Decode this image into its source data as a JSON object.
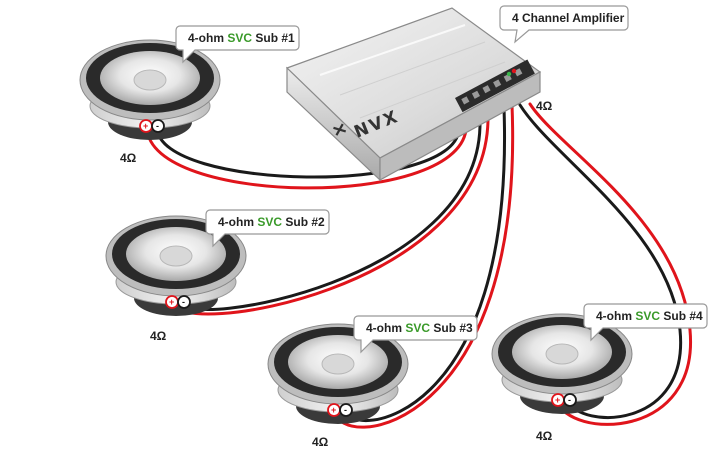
{
  "amplifier": {
    "callout": "4 Channel Amplifier",
    "brand": "NVX",
    "impedance": "4Ω"
  },
  "subs": [
    {
      "label_prefix": "4-ohm ",
      "label_svc": "SVC",
      "label_suffix": " Sub #1",
      "impedance": "4Ω",
      "plus": "+",
      "minus": "-"
    },
    {
      "label_prefix": "4-ohm ",
      "label_svc": "SVC",
      "label_suffix": " Sub #2",
      "impedance": "4Ω",
      "plus": "+",
      "minus": "-"
    },
    {
      "label_prefix": "4-ohm ",
      "label_svc": "SVC",
      "label_suffix": " Sub #3",
      "impedance": "4Ω",
      "plus": "+",
      "minus": "-"
    },
    {
      "label_prefix": "4-ohm ",
      "label_svc": "SVC",
      "label_suffix": " Sub #4",
      "impedance": "4Ω",
      "plus": "+",
      "minus": "-"
    }
  ],
  "colors": {
    "positive_wire": "#e0141b",
    "negative_wire": "#1a1a1a",
    "svc_text": "#3a9a2a",
    "amp_led": "#39b54a"
  }
}
